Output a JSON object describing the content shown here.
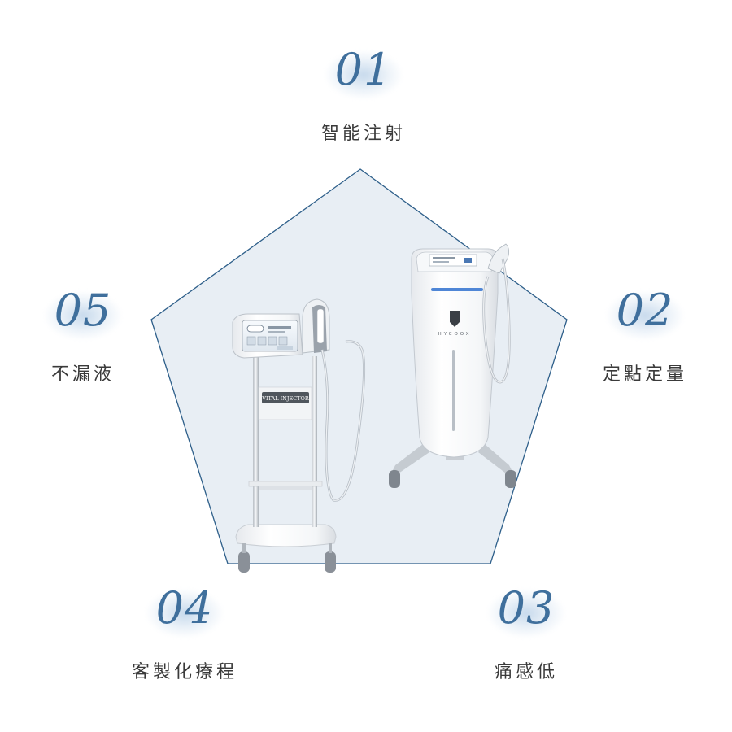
{
  "features": [
    {
      "number": "01",
      "label": "智能注射"
    },
    {
      "number": "02",
      "label": "定點定量"
    },
    {
      "number": "03",
      "label": "痛感低"
    },
    {
      "number": "04",
      "label": "客製化療程"
    },
    {
      "number": "05",
      "label": "不漏液"
    }
  ],
  "devices": {
    "left_brand": "VITAL INJECTOR",
    "right_brand": "HYCOOX"
  },
  "colors": {
    "accent": "#3f6f9c",
    "pentagon_fill": "#e8eef4",
    "pentagon_stroke": "#2e5f8a",
    "label_text": "#3a3a3a"
  }
}
